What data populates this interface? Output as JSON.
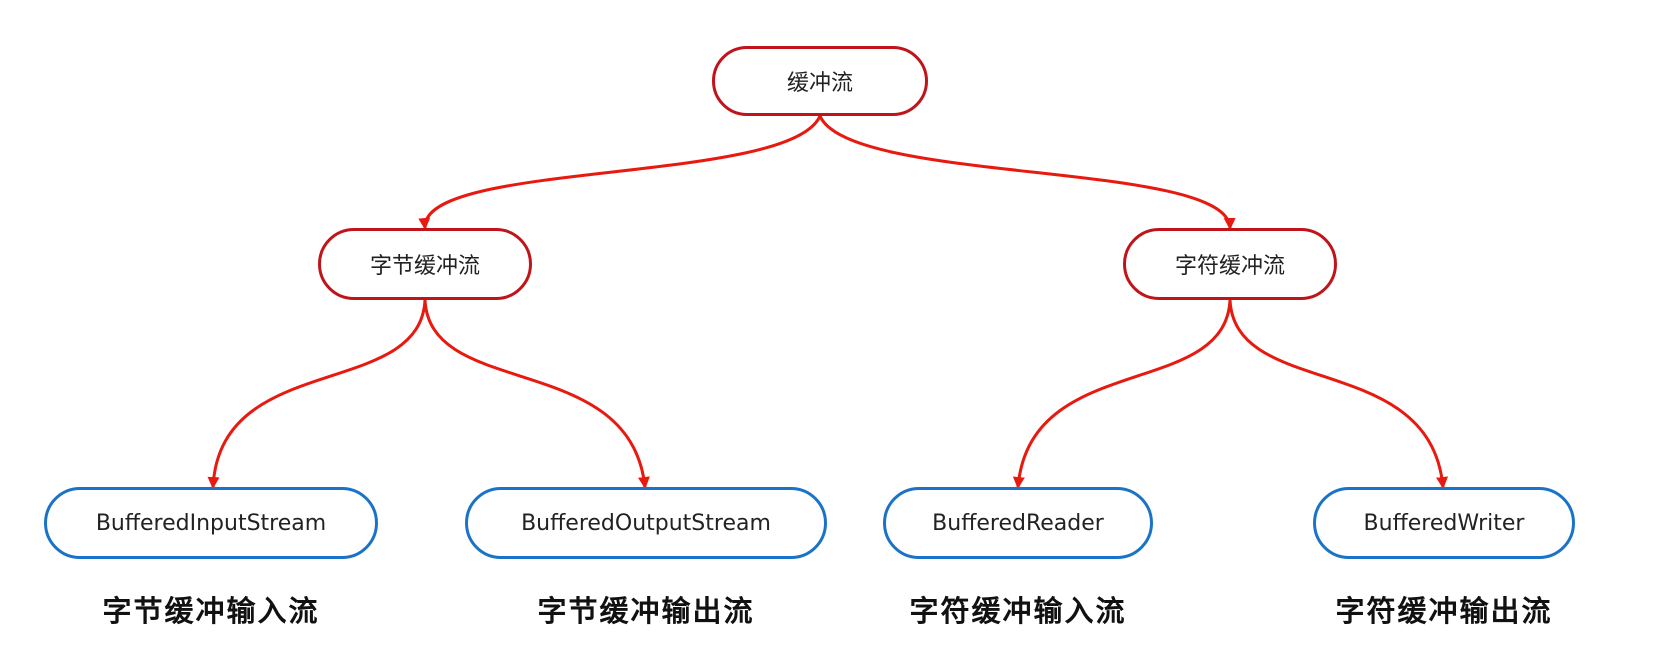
{
  "diagram": {
    "nodes": {
      "root": {
        "label": "缓冲流"
      },
      "byte": {
        "label": "字节缓冲流"
      },
      "char": {
        "label": "字符缓冲流"
      },
      "bis": {
        "label": "BufferedInputStream"
      },
      "bos": {
        "label": "BufferedOutputStream"
      },
      "br": {
        "label": "BufferedReader"
      },
      "bw": {
        "label": "BufferedWriter"
      }
    },
    "captions": {
      "bis": "字节缓冲输入流",
      "bos": "字节缓冲输出流",
      "br": "字符缓冲输入流",
      "bw": "字符缓冲输出流"
    },
    "edges": [
      {
        "from": "root",
        "to": "byte"
      },
      {
        "from": "root",
        "to": "char"
      },
      {
        "from": "byte",
        "to": "bis"
      },
      {
        "from": "byte",
        "to": "bos"
      },
      {
        "from": "char",
        "to": "br"
      },
      {
        "from": "char",
        "to": "bw"
      }
    ],
    "colors": {
      "edge": "#e8190f",
      "category_border": "#c0141b",
      "class_border": "#1a73c8"
    }
  }
}
